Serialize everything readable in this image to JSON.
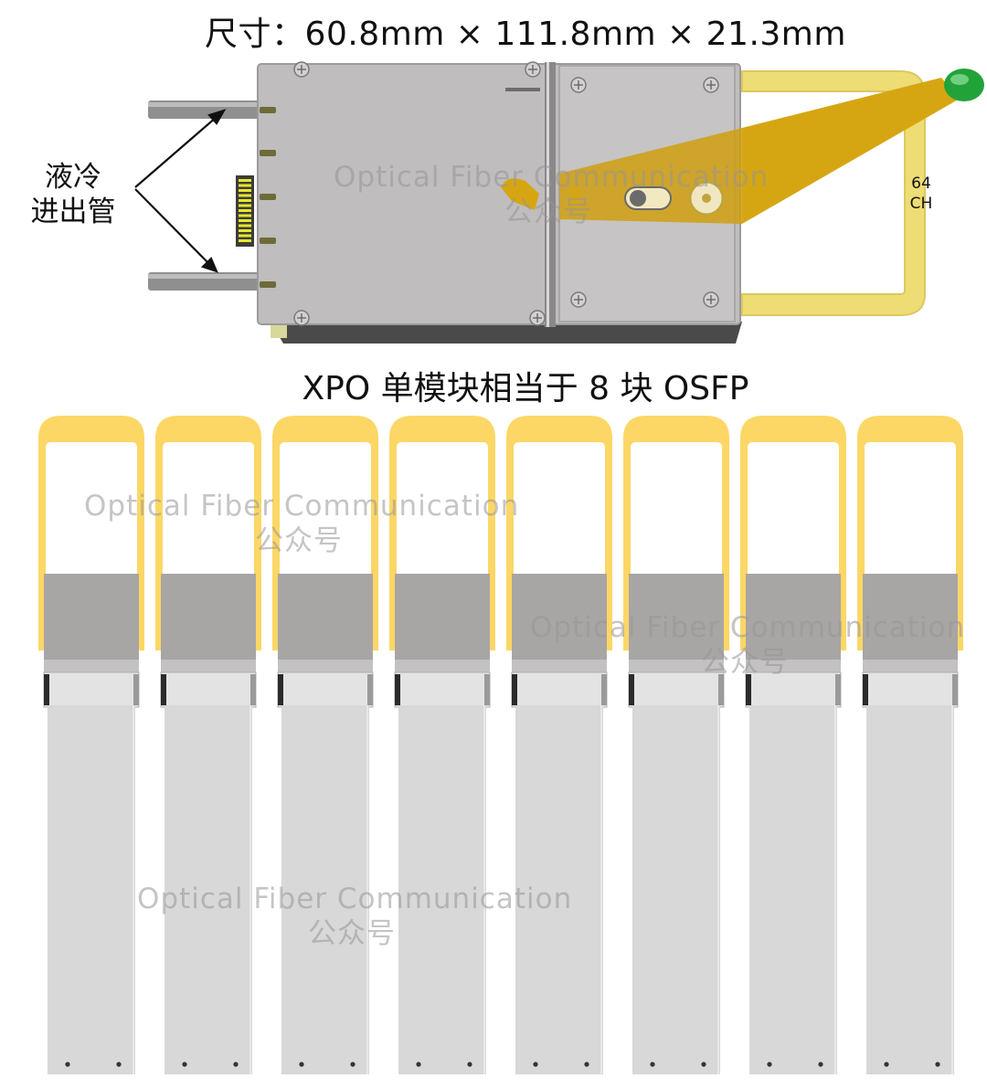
{
  "dimension_title": "尺寸：60.8mm × 111.8mm × 21.3mm",
  "xpo_title": "XPO  单模块相当于 8 块 OSFP",
  "pipe_label": {
    "line1": "液冷",
    "line2": "进出管"
  },
  "channel_label": {
    "line1": "64",
    "line2": "CH"
  },
  "watermark": {
    "line1": "Optical Fiber Communication",
    "line2": "公众号"
  },
  "osfp_count": 8,
  "colors": {
    "handle_yellow": "#fcd766",
    "handle_dark": "#e0b31e",
    "heatsink_gray": "#bfbdbd",
    "pipe_gray": "#8f8f8f",
    "green_tip": "#22a33a",
    "connector_dark": "#a8a5a5",
    "osfp_body": "#d8d8d8"
  }
}
